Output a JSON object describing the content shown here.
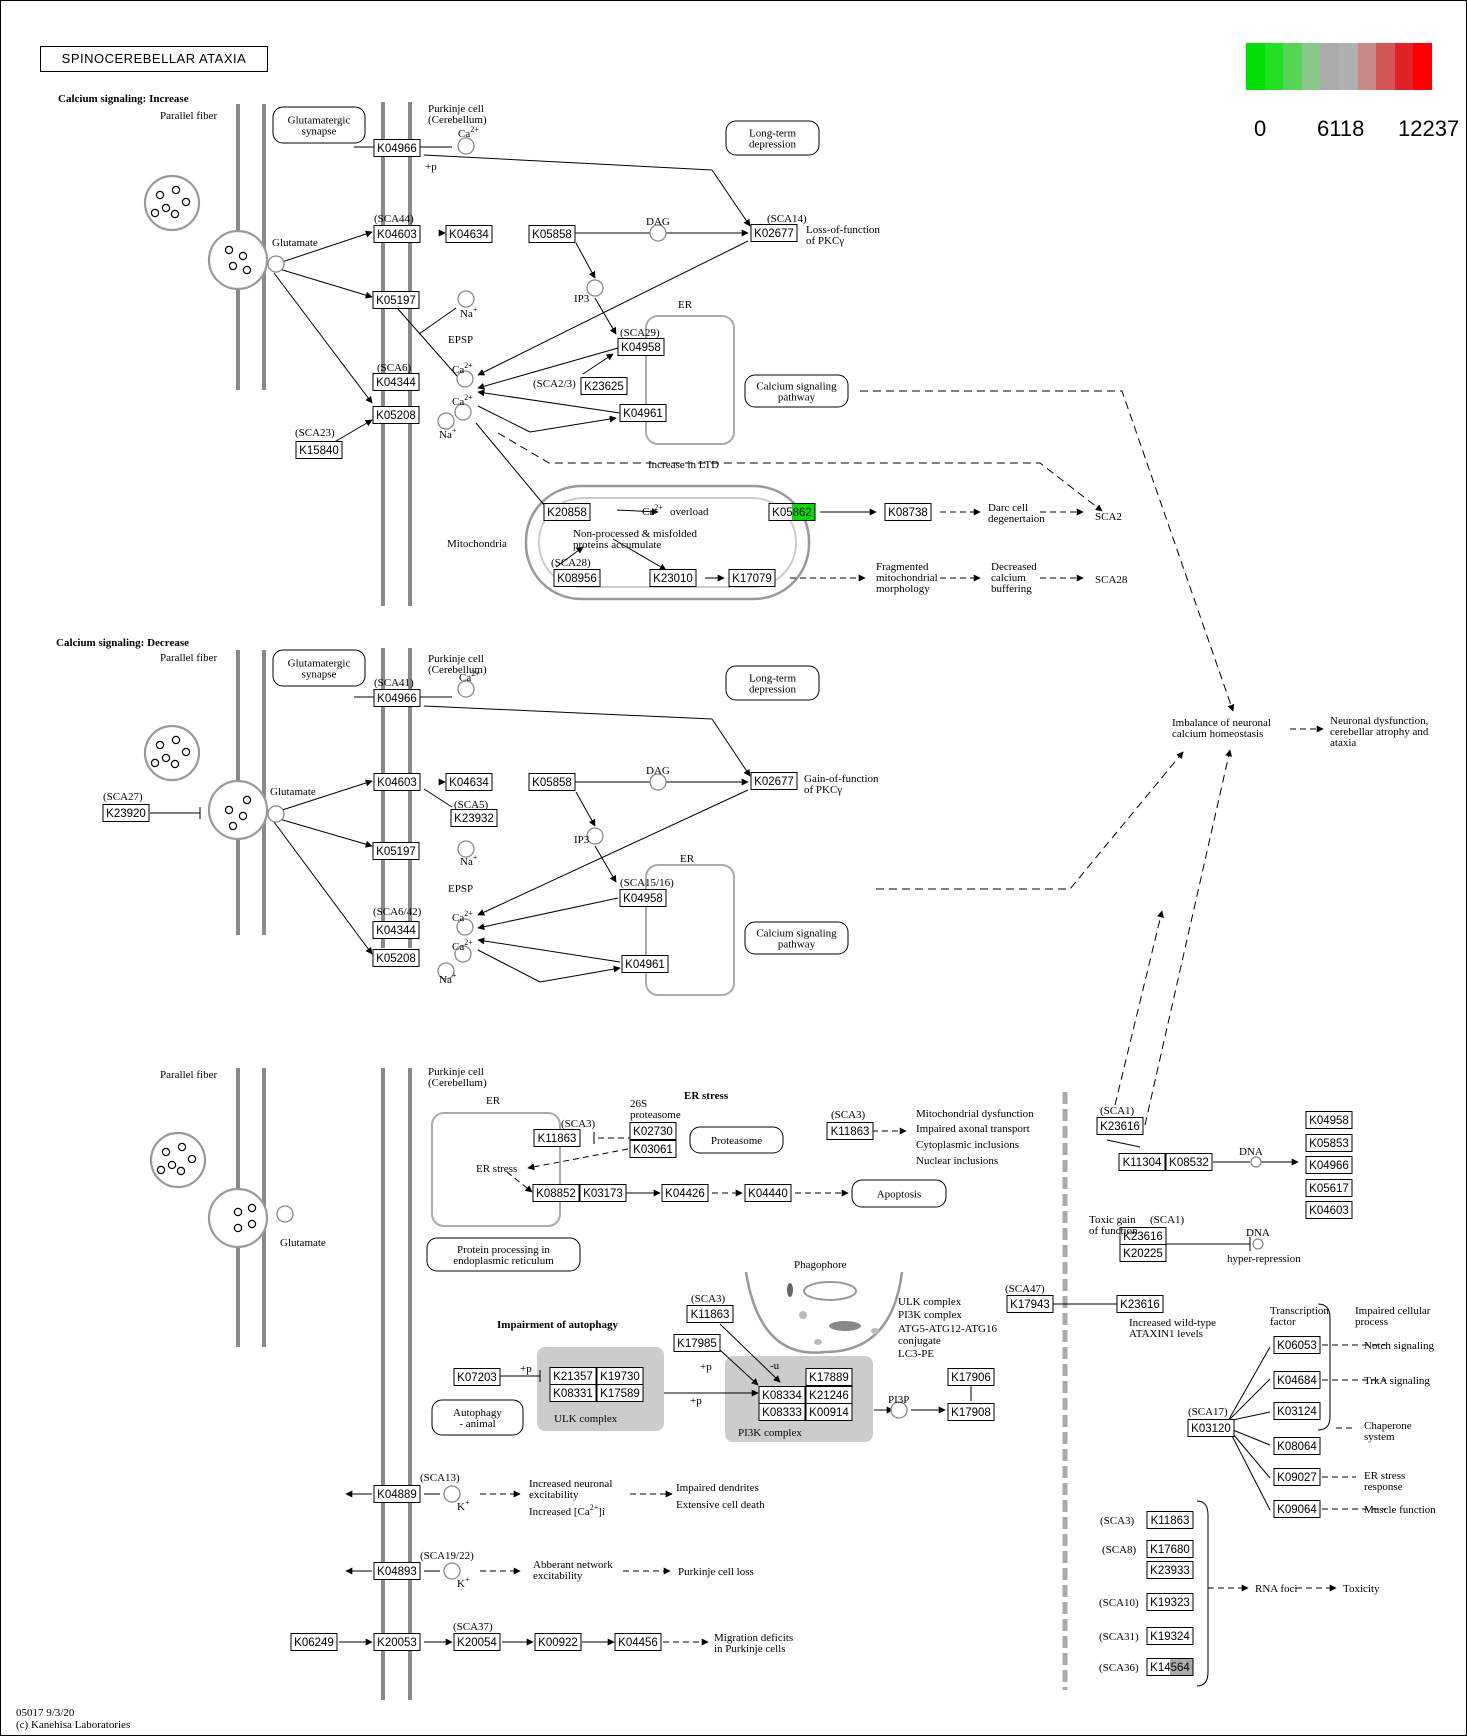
{
  "title": "SPINOCEREBELLAR ATAXIA",
  "legend": {
    "colors": [
      "#00e000",
      "#22e022",
      "#55d455",
      "#88c888",
      "#aaaaaa",
      "#b0b0b0",
      "#c88888",
      "#d45555",
      "#e02222",
      "#ff0000"
    ],
    "min_label": "0",
    "mid_label": "6118",
    "max_label": "12237"
  },
  "footer": {
    "line1": "05017 9/3/20",
    "line2": "(c) Kanehisa Laboratories"
  },
  "panel_titles": {
    "increase": "Calcium signaling: Increase",
    "decrease": "Calcium signaling: Decrease",
    "er_stress": "ER stress",
    "autophagy": "Impairment of autophagy"
  },
  "text": {
    "parallel_fiber": "Parallel fiber",
    "purkinje_cell": "Purkinje cell",
    "cerebellum": "(Cerebellum)",
    "glutamatergic": "Glutamatergic",
    "synapse": "synapse",
    "glutamate": "Glutamate",
    "ltd_1": "Long-term",
    "ltd_2": "depression",
    "ca2": "Ca",
    "ca_sup": "2+",
    "plus_p": "+p",
    "dag": "DAG",
    "ip3": "IP3",
    "er": "ER",
    "na": "Na",
    "na_sup": "+",
    "k": "K",
    "k_sup": "+",
    "epsp": "EPSP",
    "loss_1": "Loss-of-function",
    "loss_2": "of PKCγ",
    "gain_1": "Gain-of-function",
    "gain_2": "of PKCγ",
    "csp_1": "Calcium signaling",
    "csp_2": "pathway",
    "increase_ltd": "Increase in LTD",
    "mitochondria": "Mitochondria",
    "ca_overload": "overload",
    "np_1": "Non-processed & misfolded",
    "np_2": "proteins accumulate",
    "darc_1": "Darc cell",
    "darc_2": "degenertaion",
    "sca2": "SCA2",
    "frag_1": "Fragmented",
    "frag_2": "mitochondrial",
    "frag_3": "morphology",
    "dec_1": "Decreased",
    "dec_2": "calcium",
    "dec_3": "buffering",
    "sca28": "SCA28",
    "imb_1": "Imbalance of neuronal",
    "imb_2": "calcium homeostasis",
    "nd_1": "Neuronal dysfunction,",
    "nd_2": "cerebellar atrophy and",
    "nd_3": "ataxia",
    "prot26_1": "26S",
    "prot26_2": "proteasome",
    "proteasome": "Proteasome",
    "er_stress": "ER stress",
    "apoptosis": "Apoptosis",
    "ppe_1": "Protein processing in",
    "ppe_2": "endoplasmic reticulum",
    "mito_1": "Mitochondrial dysfunction",
    "mito_2": "Impaired axonal transport",
    "mito_3": "Cytoplasmic inclusions",
    "mito_4": "Nuclear inclusions",
    "phagophore": "Phagophore",
    "ulkc": "ULK complex",
    "pi3kc": "PI3K complex",
    "ulk_t1": "ULK complex",
    "ulk_t2": "PI3K complex",
    "ulk_t3": "ATG5-ATG12-ATG16",
    "ulk_t4": "conjugate",
    "ulk_t5": "LC3-PE",
    "auto_1": "Autophagy",
    "auto_2": "- animal",
    "minus_u": "-u",
    "pi3p": "PI3P",
    "dna": "DNA",
    "toxic_1": "Toxic gain",
    "toxic_2": "of function",
    "hyper": "hyper-repression",
    "iwt_1": "Increased wild-type",
    "iwt_2": "ATAXIN1 levels",
    "tf_1": "Transcription",
    "tf_2": "factor",
    "icp_1": "Impaired cellular",
    "icp_2": "process",
    "notch": "Notch signaling",
    "trka": "TrkA signaling",
    "chap_1": "Chaperone",
    "chap_2": "system",
    "ers_1": "ER stress",
    "ers_2": "response",
    "muscle": "Muscle function",
    "rna_foci": "RNA foci",
    "toxicity": "Toxicity",
    "ine_1": "Increased neuronal",
    "ine_2": "excitability",
    "inc_ca": "Increased [Ca",
    "inc_ca_end": "]i",
    "impd_1": "Impaired dendrites",
    "impd_2": "Extensive cell death",
    "abn_1": "Abberant network",
    "abn_2": "excitability",
    "pcl": "Purkinje cell loss",
    "mig_1": "Migration deficits",
    "mig_2": "in Purkinje cells"
  },
  "sca": {
    "sca44": "(SCA44)",
    "sca14": "(SCA14)",
    "sca29": "(SCA29)",
    "sca2_3": "(SCA2/3)",
    "sca6": "(SCA6)",
    "sca23": "(SCA23)",
    "sca28": "(SCA28)",
    "sca41": "(SCA41)",
    "sca27": "(SCA27)",
    "sca5": "(SCA5)",
    "sca15_16": "(SCA15/16)",
    "sca6_42": "(SCA6/42)",
    "sca3": "(SCA3)",
    "sca1": "(SCA1)",
    "sca47": "(SCA47)",
    "sca17": "(SCA17)",
    "sca8": "(SCA8)",
    "sca10": "(SCA10)",
    "sca31": "(SCA31)",
    "sca36": "(SCA36)",
    "sca13": "(SCA13)",
    "sca19_22": "(SCA19/22)",
    "sca37": "(SCA37)"
  },
  "nodes": [
    {
      "id": "K04966",
      "color": "#ffffff"
    },
    {
      "id": "K04603",
      "color": "#ffffff"
    },
    {
      "id": "K04634",
      "color": "#ffffff"
    },
    {
      "id": "K05858",
      "color": "#ffffff"
    },
    {
      "id": "K02677",
      "color": "#ffffff"
    },
    {
      "id": "K05197",
      "color": "#ffffff"
    },
    {
      "id": "K04958",
      "color": "#ffffff"
    },
    {
      "id": "K23625",
      "color": "#00e000"
    },
    {
      "id": "K04344",
      "color": "#ffffff"
    },
    {
      "id": "K05208",
      "color": "#00e000"
    },
    {
      "id": "K04961",
      "color": "#ffffff"
    },
    {
      "id": "K15840",
      "color": "#ffffff"
    },
    {
      "id": "K20858",
      "color": "#00e000"
    },
    {
      "id": "K05862",
      "color": "#ff0000",
      "split": "#00e000"
    },
    {
      "id": "K08738",
      "color": "#00e000"
    },
    {
      "id": "K08956",
      "color": "#00e000"
    },
    {
      "id": "K23010",
      "color": "#ffffff"
    },
    {
      "id": "K17079",
      "color": "#ffffff"
    },
    {
      "id": "K23920",
      "color": "#ffffff"
    },
    {
      "id": "K23932",
      "color": "#ffffff"
    },
    {
      "id": "K11863",
      "color": "#00e000"
    },
    {
      "id": "K02730",
      "color": "#00e000"
    },
    {
      "id": "K03061",
      "color": "#aaaaaa"
    },
    {
      "id": "K08852",
      "color": "#00e000"
    },
    {
      "id": "K03173",
      "color": "#ffffff"
    },
    {
      "id": "K04426",
      "color": "#ffffff"
    },
    {
      "id": "K04440",
      "color": "#ffffff"
    },
    {
      "id": "K07203",
      "color": "#00e000"
    },
    {
      "id": "K21357",
      "color": "#00e000"
    },
    {
      "id": "K19730",
      "color": "#00e000"
    },
    {
      "id": "K08331",
      "color": "#00e000"
    },
    {
      "id": "K17589",
      "color": "#ffffff"
    },
    {
      "id": "K17985",
      "color": "#00e000"
    },
    {
      "id": "K17889",
      "color": "#ffffff"
    },
    {
      "id": "K08334",
      "color": "#00e000"
    },
    {
      "id": "K21246",
      "color": "#ffffff"
    },
    {
      "id": "K08333",
      "color": "#00e000"
    },
    {
      "id": "K00914",
      "color": "#00e000"
    },
    {
      "id": "K17906",
      "color": "#00e000"
    },
    {
      "id": "K17908",
      "color": "#00e000"
    },
    {
      "id": "K17943",
      "color": "#00e000"
    },
    {
      "id": "K23616",
      "color": "#ffffff"
    },
    {
      "id": "K11304",
      "color": "#ffffff"
    },
    {
      "id": "K08532",
      "color": "#ffffff"
    },
    {
      "id": "K20225",
      "color": "#ffffff"
    },
    {
      "id": "K05853",
      "color": "#ffffff"
    },
    {
      "id": "K05617",
      "color": "#ffffff"
    },
    {
      "id": "K06053",
      "color": "#ffffff"
    },
    {
      "id": "K04684",
      "color": "#ffffff"
    },
    {
      "id": "K03124",
      "color": "#00e000"
    },
    {
      "id": "K08064",
      "color": "#ffffff"
    },
    {
      "id": "K03120",
      "color": "#00e000"
    },
    {
      "id": "K09027",
      "color": "#ffffff"
    },
    {
      "id": "K09064",
      "color": "#ffffff"
    },
    {
      "id": "K17680",
      "color": "#00e000"
    },
    {
      "id": "K23933",
      "color": "#ffffff"
    },
    {
      "id": "K19323",
      "color": "#ffffff"
    },
    {
      "id": "K19324",
      "color": "#ffffff"
    },
    {
      "id": "K14564",
      "color": "#00e000",
      "split": "#aaaaaa"
    },
    {
      "id": "K04889",
      "color": "#ffffff"
    },
    {
      "id": "K04893",
      "color": "#ffffff"
    },
    {
      "id": "K06249",
      "color": "#00e000"
    },
    {
      "id": "K20053",
      "color": "#ffffff"
    },
    {
      "id": "K20054",
      "color": "#ffffff"
    },
    {
      "id": "K00922",
      "color": "#ffffff"
    },
    {
      "id": "K04456",
      "color": "#ffffff"
    }
  ]
}
